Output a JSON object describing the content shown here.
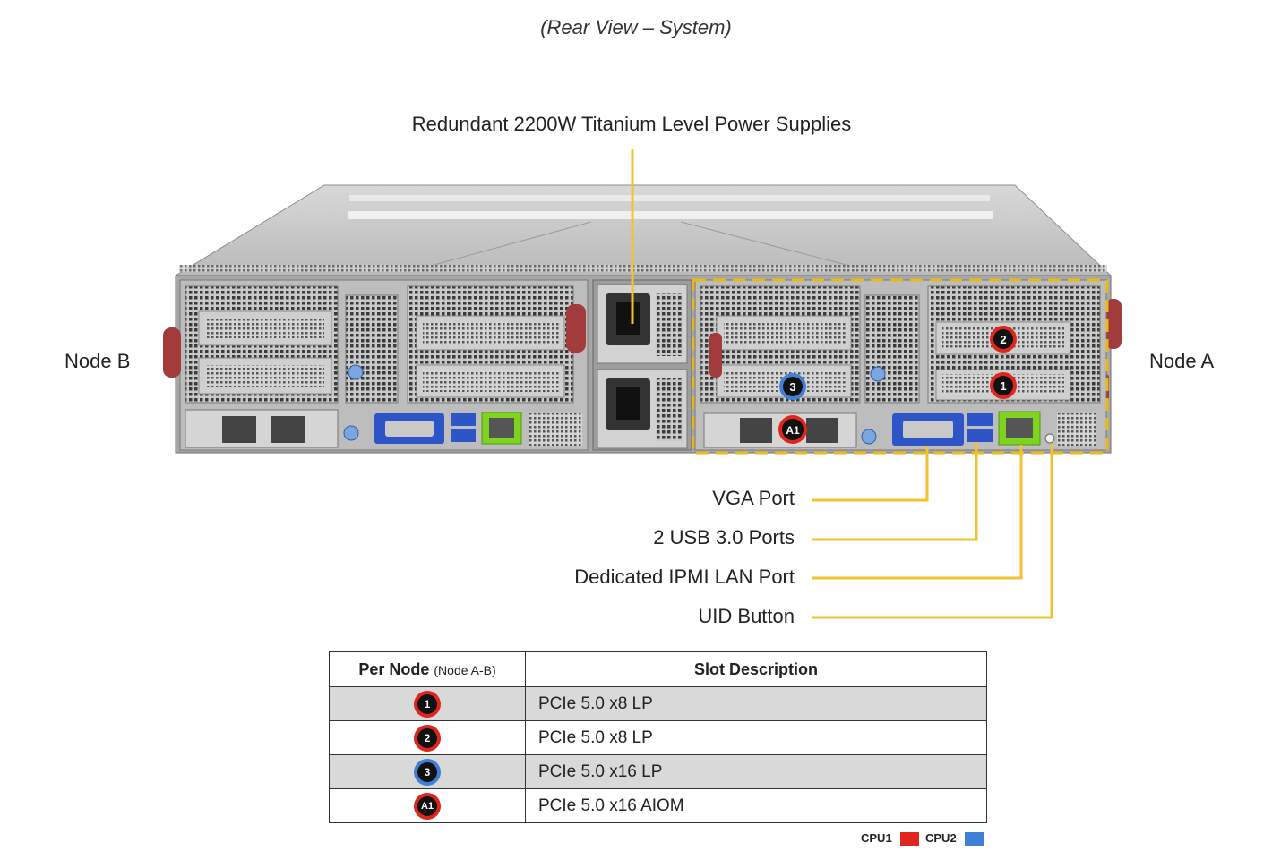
{
  "caption": "(Rear View – System)",
  "psu_label": "Redundant 2200W Titanium Level Power Supplies",
  "node_b_label": "Node B",
  "node_a_label": "Node A",
  "callouts": {
    "vga": "VGA Port",
    "usb": "2 USB 3.0 Ports",
    "ipmi": "Dedicated IPMI LAN Port",
    "uid": "UID Button"
  },
  "markers": {
    "slot1": "1",
    "slot2": "2",
    "slot3": "3",
    "aiom": "A1"
  },
  "colors": {
    "cpu1": "#e0261c",
    "cpu2": "#3f7fd6",
    "callout_line": "#f2c230",
    "highlight_box": "#e9b81c",
    "ipmi_port": "#7ed321",
    "vga_port": "#2e55c8"
  },
  "table": {
    "header_node": "Per Node",
    "header_node_sub": "(Node A-B)",
    "header_desc": "Slot Description",
    "rows": [
      {
        "badge": "1",
        "cpu": "cpu1",
        "desc": "PCIe 5.0 x8 LP"
      },
      {
        "badge": "2",
        "cpu": "cpu1",
        "desc": "PCIe 5.0 x8 LP"
      },
      {
        "badge": "3",
        "cpu": "cpu2",
        "desc": "PCIe 5.0 x16 LP"
      },
      {
        "badge": "A1",
        "cpu": "cpu1",
        "desc": "PCIe 5.0 x16 AIOM"
      }
    ]
  },
  "legend": {
    "cpu1": "CPU1",
    "cpu2": "CPU2"
  }
}
